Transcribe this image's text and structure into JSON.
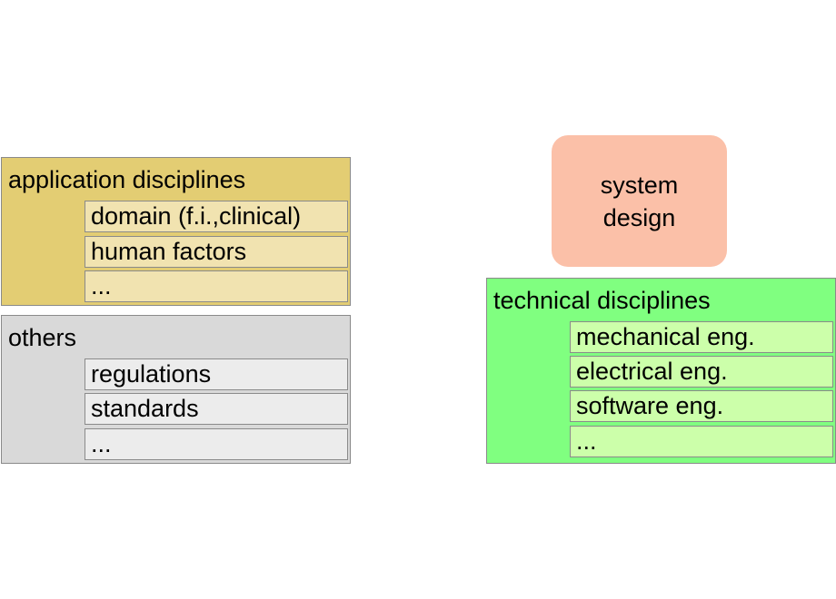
{
  "application_disciplines": {
    "title": "application disciplines",
    "items": [
      "domain (f.i.,clinical)",
      "human factors",
      "..."
    ]
  },
  "others": {
    "title": "others",
    "items": [
      "regulations",
      "standards",
      "..."
    ]
  },
  "system_design": {
    "line1": "system",
    "line2": "design"
  },
  "technical_disciplines": {
    "title": "technical disciplines",
    "items": [
      "mechanical eng.",
      "electrical eng.",
      "software eng.",
      "..."
    ]
  },
  "colors": {
    "application": "#e3cd73",
    "application_item": "#f1e3b0",
    "others": "#d9d9d9",
    "others_item": "#ececec",
    "technical": "#80ff80",
    "technical_item": "#ccffaa",
    "system_design": "#fbc0a8"
  }
}
